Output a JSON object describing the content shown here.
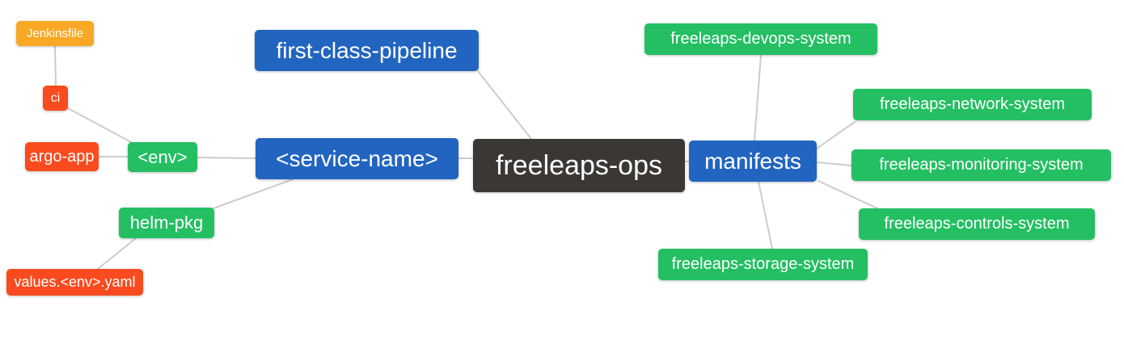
{
  "diagram": {
    "colors": {
      "edge": "#cccccc",
      "orange": "#F9A825",
      "red_orange": "#F94B1E",
      "green": "#23BF62",
      "blue": "#2265C0",
      "dark": "#3A3734"
    },
    "nodes": [
      {
        "id": "jenkinsfile",
        "label": "Jenkinsfile",
        "color_role": "orange"
      },
      {
        "id": "ci",
        "label": "ci",
        "color_role": "red_orange"
      },
      {
        "id": "argo-app",
        "label": "argo-app",
        "color_role": "red_orange"
      },
      {
        "id": "env",
        "label": "<env>",
        "color_role": "green"
      },
      {
        "id": "helm-pkg",
        "label": "helm-pkg",
        "color_role": "green"
      },
      {
        "id": "values-env-yaml",
        "label": "values.<env>.yaml",
        "color_role": "red_orange"
      },
      {
        "id": "first-class-pipeline",
        "label": "first-class-pipeline",
        "color_role": "blue"
      },
      {
        "id": "service-name",
        "label": "<service-name>",
        "color_role": "blue"
      },
      {
        "id": "freeleaps-ops",
        "label": "freeleaps-ops",
        "color_role": "dark"
      },
      {
        "id": "manifests",
        "label": "manifests",
        "color_role": "blue"
      },
      {
        "id": "freeleaps-devops-system",
        "label": "freeleaps-devops-system",
        "color_role": "green"
      },
      {
        "id": "freeleaps-network-system",
        "label": "freeleaps-network-system",
        "color_role": "green"
      },
      {
        "id": "freeleaps-monitoring-system",
        "label": "freeleaps-monitoring-system",
        "color_role": "green"
      },
      {
        "id": "freeleaps-controls-system",
        "label": "freeleaps-controls-system",
        "color_role": "green"
      },
      {
        "id": "freeleaps-storage-system",
        "label": "freeleaps-storage-system",
        "color_role": "green"
      }
    ],
    "edges": [
      {
        "from": "jenkinsfile",
        "to": "ci"
      },
      {
        "from": "ci",
        "to": "env"
      },
      {
        "from": "argo-app",
        "to": "env"
      },
      {
        "from": "env",
        "to": "service-name"
      },
      {
        "from": "helm-pkg",
        "to": "service-name"
      },
      {
        "from": "values-env-yaml",
        "to": "helm-pkg"
      },
      {
        "from": "first-class-pipeline",
        "to": "freeleaps-ops"
      },
      {
        "from": "service-name",
        "to": "freeleaps-ops"
      },
      {
        "from": "freeleaps-ops",
        "to": "manifests"
      },
      {
        "from": "manifests",
        "to": "freeleaps-devops-system"
      },
      {
        "from": "manifests",
        "to": "freeleaps-network-system"
      },
      {
        "from": "manifests",
        "to": "freeleaps-monitoring-system"
      },
      {
        "from": "manifests",
        "to": "freeleaps-controls-system"
      },
      {
        "from": "manifests",
        "to": "freeleaps-storage-system"
      }
    ]
  }
}
